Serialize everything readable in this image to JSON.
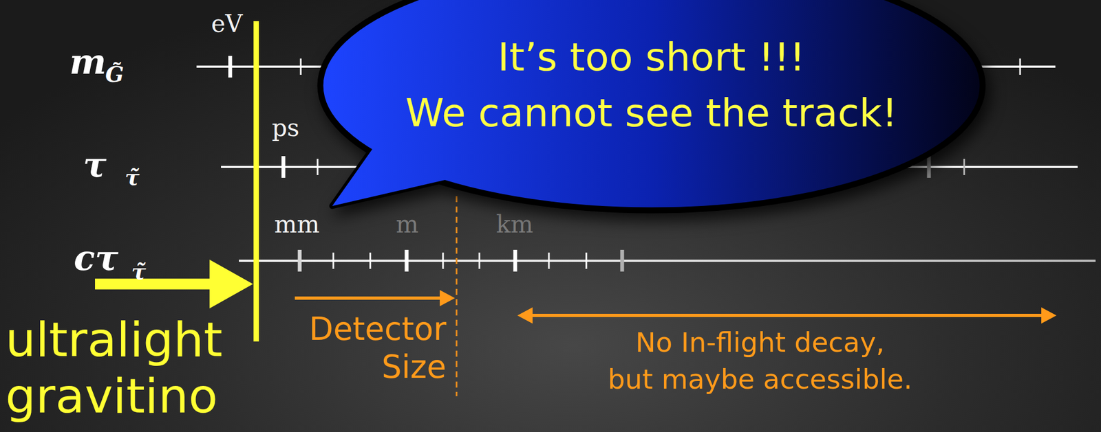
{
  "diagram": {
    "nodes": [
      {
        "text": [
          "It’s too short !!!",
          "We cannot see the track!"
        ]
      }
    ],
    "labels": [
      "eV",
      "m",
      "G̃",
      "ps",
      "τ",
      "τ̃",
      "mm",
      "m",
      "km",
      "cτ",
      "τ̃",
      "ultralight gravitino",
      "Detector Size",
      "No In-flight decay,",
      "but maybe accessible."
    ]
  }
}
